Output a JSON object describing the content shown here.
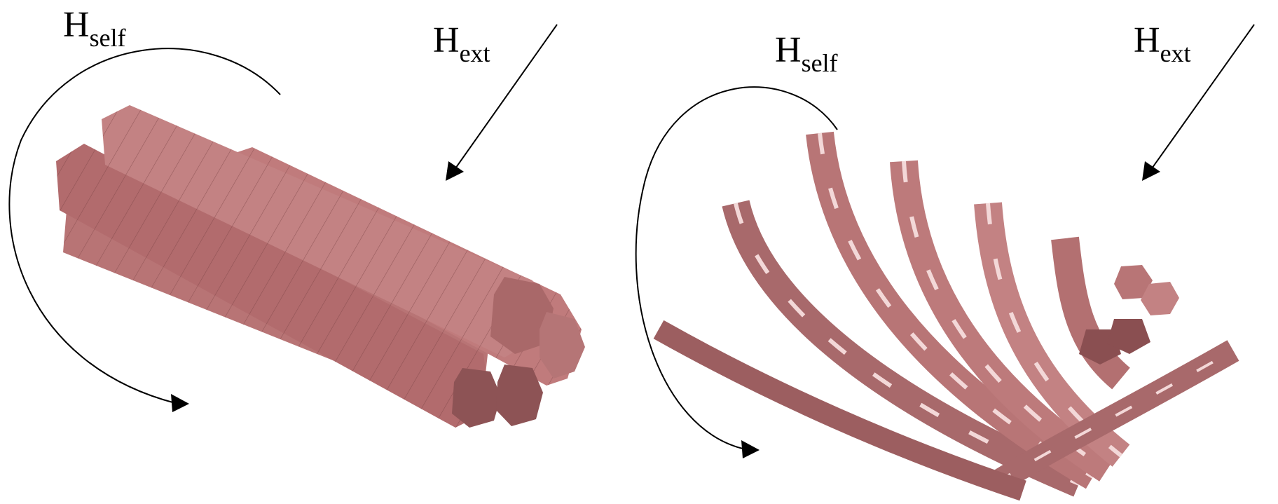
{
  "figure": {
    "left": {
      "self_field": {
        "symbol": "H",
        "subscript": "self"
      },
      "ext_field": {
        "symbol": "H",
        "subscript": "ext"
      }
    },
    "right": {
      "self_field": {
        "symbol": "H",
        "subscript": "self"
      },
      "ext_field": {
        "symbol": "H",
        "subscript": "ext"
      }
    }
  },
  "colors": {
    "strand_light": "#c98585",
    "strand_mid": "#b46e6e",
    "strand_dark": "#8a4f51",
    "strand_highlight": "#f3d8d8",
    "line": "#000000"
  }
}
